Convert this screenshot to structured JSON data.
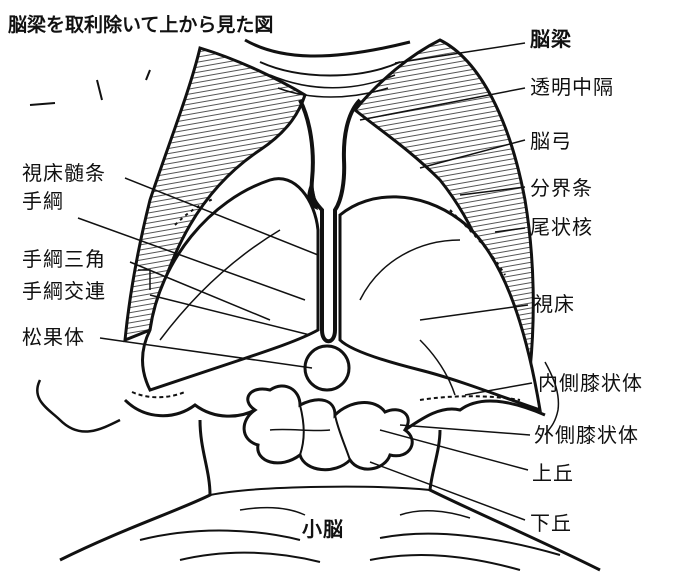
{
  "title": "脳梁を取利除いて上から見た図",
  "labels": {
    "corpus_callosum": "脳梁",
    "septum_pellucidum": "透明中隔",
    "fornix": "脳弓",
    "stria_terminalis": "分界条",
    "caudate_nucleus": "尾状核",
    "thalamus": "視床",
    "medial_geniculate": "内側膝状体",
    "lateral_geniculate": "外側膝状体",
    "superior_colliculus": "上丘",
    "inferior_colliculus": "下丘",
    "cerebellum": "小脳",
    "stria_medullaris": "視床髄条",
    "habenula": "手綱",
    "habenular_trigone": "手綱三角",
    "habenular_commissure": "手綱交連",
    "pineal_body": "松果体"
  },
  "colors": {
    "ink": "#111111",
    "hatch": "#555555",
    "background": "#ffffff"
  }
}
